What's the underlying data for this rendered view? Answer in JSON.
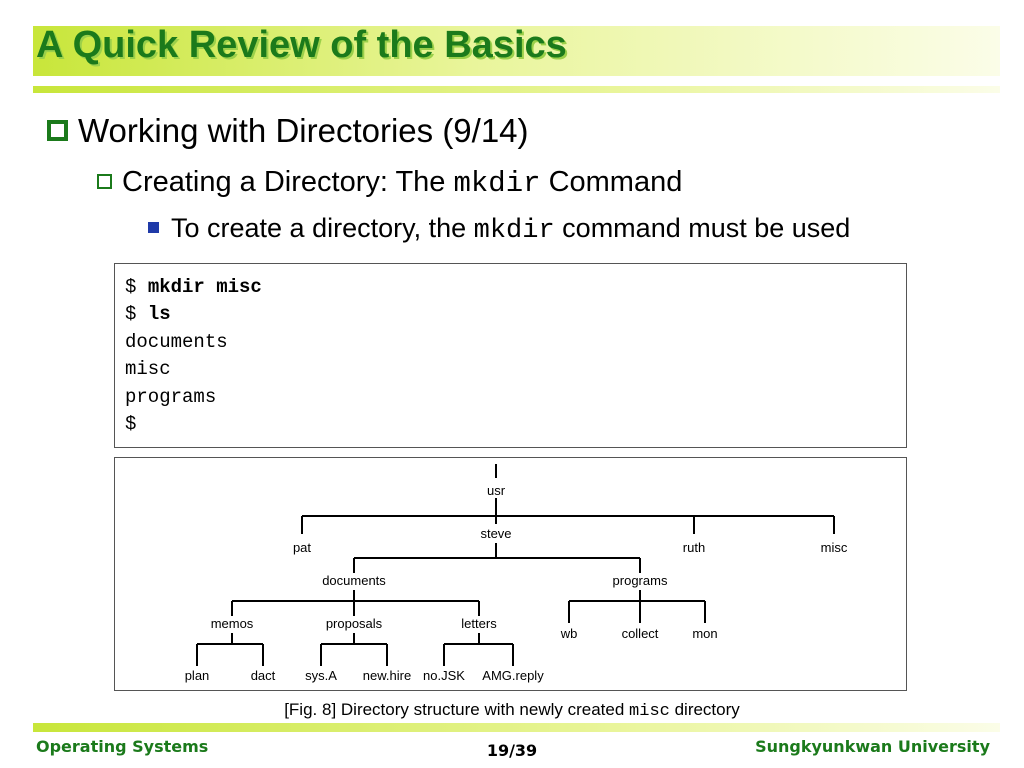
{
  "slide": {
    "title": "A Quick Review of the Basics",
    "bullet1": "Working with Directories (9/14)",
    "bullet2": {
      "before": "Creating a Directory: The ",
      "code": "mkdir",
      "after": " Command"
    },
    "bullet3": {
      "before": "To create a directory, the ",
      "code": "mkdir",
      "after": " command must be used"
    }
  },
  "terminal": {
    "lines": [
      {
        "prompt": "$ ",
        "command": "mkdir misc"
      },
      {
        "prompt": "$ ",
        "command": "ls"
      },
      {
        "text": "documents"
      },
      {
        "text": "misc"
      },
      {
        "text": "programs"
      },
      {
        "text": "$"
      }
    ]
  },
  "tree": {
    "nodes": {
      "usr": "usr",
      "steve": "steve",
      "pat": "pat",
      "ruth": "ruth",
      "misc": "misc",
      "documents": "documents",
      "programs": "programs",
      "memos": "memos",
      "proposals": "proposals",
      "letters": "letters",
      "wb": "wb",
      "collect": "collect",
      "mon": "mon",
      "plan": "plan",
      "dact": "dact",
      "sysA": "sys.A",
      "newhire": "new.hire",
      "noJSK": "no.JSK",
      "AMGreply": "AMG.reply"
    }
  },
  "caption": {
    "before": "[Fig. 8] Directory structure with newly created ",
    "code": "misc",
    "after": " directory"
  },
  "footer": {
    "left": "Operating Systems",
    "page": "19/39",
    "right": "Sungkyunkwan University"
  },
  "colors": {
    "title": "#1b7a1b",
    "accent_bar": "#c8e63a",
    "bullet3": "#1f3aa8"
  }
}
